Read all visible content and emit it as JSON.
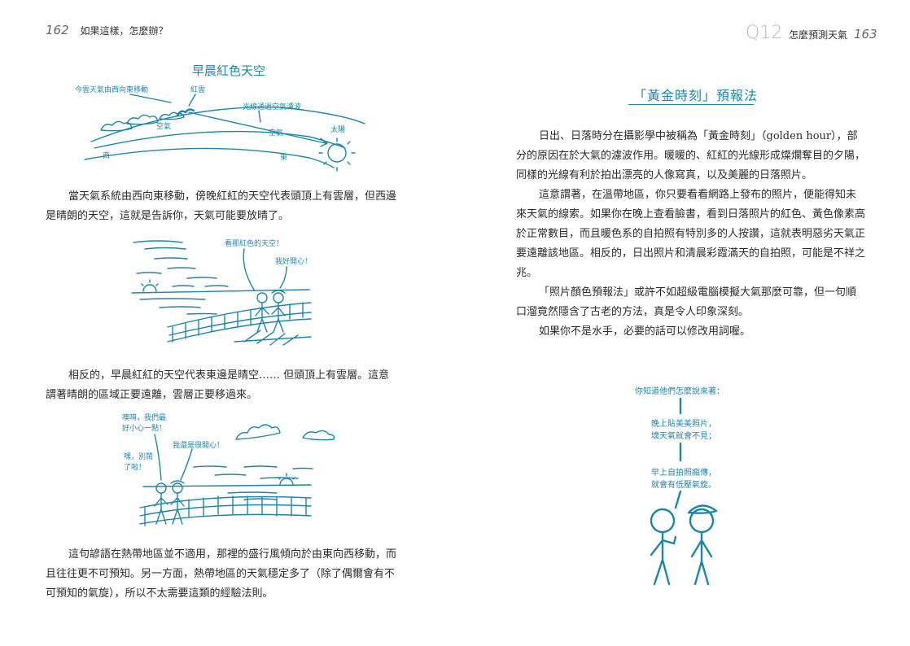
{
  "left_page": {
    "page_number": "162",
    "running_title": "如果這樣，怎麼辦？",
    "figure1": {
      "title": "早晨紅色天空",
      "label_clouds_moving": "今雲天氣由西向東移動",
      "label_red_cloud": "紅雲",
      "label_light_path": "光線通過空氣濾波",
      "label_air1": "空氣",
      "label_air2": "空氣",
      "label_sun": "太陽",
      "label_west": "西",
      "label_east": "東"
    },
    "paragraph1": "當天氣系統由西向東移動，傍晚紅紅的天空代表頭頂上有雲層，但西邊是晴朗的天空，這就是告訴你，天氣可能要放晴了。",
    "figure2": {
      "speech1": "看那紅色的天空！",
      "speech2": "我好開心！"
    },
    "paragraph2": "相反的，早晨紅紅的天空代表東邊是晴空…… 但頭頂上有雲層。這意謂著晴朗的區域正要遠離，雲層正要移過來。",
    "figure3": {
      "speech1": "噢唷，我們最好小心一點！",
      "speech2": "我還是很開心！",
      "speech3": "嘿，別鬧了啦！"
    },
    "paragraph3": "這句諺語在熱帶地區並不適用，那裡的盛行風傾向於由東向西移動，而且往往更不可預知。另一方面，熱帶地區的天氣穩定多了（除了偶爾會有不可預知的氣旋），所以不太需要這類的經驗法則。"
  },
  "right_page": {
    "chapter_mark": "Q12",
    "running_title": "怎麼預測天氣",
    "page_number": "163",
    "section_heading": "「黃金時刻」預報法",
    "paragraphs": [
      "日出、日落時分在攝影學中被稱為「黃金時刻」（golden hour），部分的原因在於大氣的濾波作用。暖暖的、紅紅的光線形成燦爛奪目的夕陽，同樣的光線有利於拍出漂亮的人像寫真，以及美麗的日落照片。",
      "這意謂著，在溫帶地區，你只要看看網路上發布的照片，便能得知未來天氣的線索。如果你在晚上查看臉書，看到日落照片的紅色、黃色像素高於正常數目，而且暖色系的自拍照有特別多的人按讚，這就表明惡劣天氣正要遠離該地區。相反的，日出照片和清晨彩霞滿天的自拍照，可能是不祥之兆。",
      "「照片顏色預報法」或許不如超級電腦模擬大氣那麼可靠，但一句順口溜竟然隱含了古老的方法，真是令人印象深刻。",
      "如果你不是水手，必要的話可以修改用詞喔。"
    ],
    "figure4": {
      "title": "你知道他們怎麼說來著：",
      "line1": "晚上貼美美照片，",
      "line2": "壞天氣就會不見；",
      "line3": "早上自拍照瘋傳，",
      "line4": "就會有低壓氣旋。"
    }
  }
}
